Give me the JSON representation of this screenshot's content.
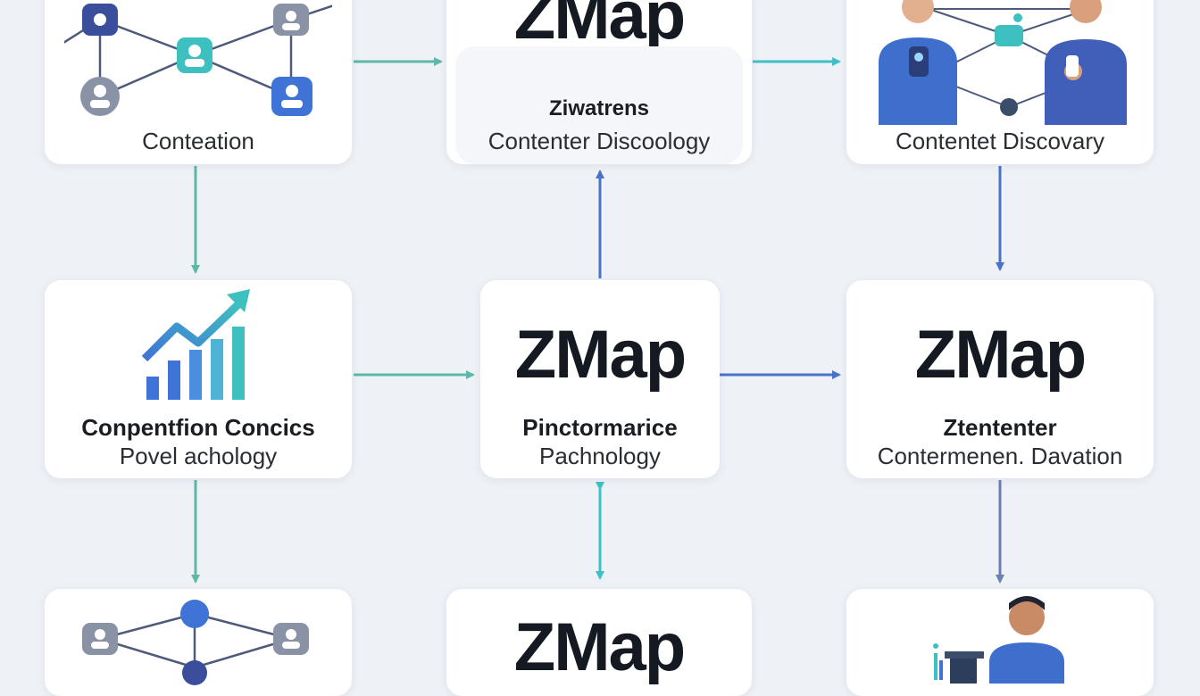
{
  "cards": {
    "top_left": {
      "caption": "Conteation"
    },
    "top_center": {
      "title": "ZMap",
      "subtitle": "Ziwatrens",
      "caption": "Contenter Discoology"
    },
    "top_right": {
      "caption": "Contentet Discovary"
    },
    "mid_left": {
      "line1": "Conpentfion Concics",
      "line2": "Povel achology"
    },
    "mid_center": {
      "title": "ZMap",
      "line1": "Pinctormarice",
      "line2": "Pachnology"
    },
    "mid_right": {
      "title": "ZMap",
      "line1": "Ztententer",
      "line2": "Contermenen. Davation"
    },
    "bottom_center": {
      "title": "ZMap"
    }
  },
  "colors": {
    "teal": "#3fc0c0",
    "teal_arrow": "#6ab8a8",
    "blue": "#3f74d6",
    "navy": "#3a4e9c",
    "slate": "#7f8aa0",
    "background": "#eef1f6"
  },
  "icons": [
    "network-people-icon",
    "growth-chart-icon",
    "two-people-network-icon",
    "person-presenting-icon"
  ]
}
